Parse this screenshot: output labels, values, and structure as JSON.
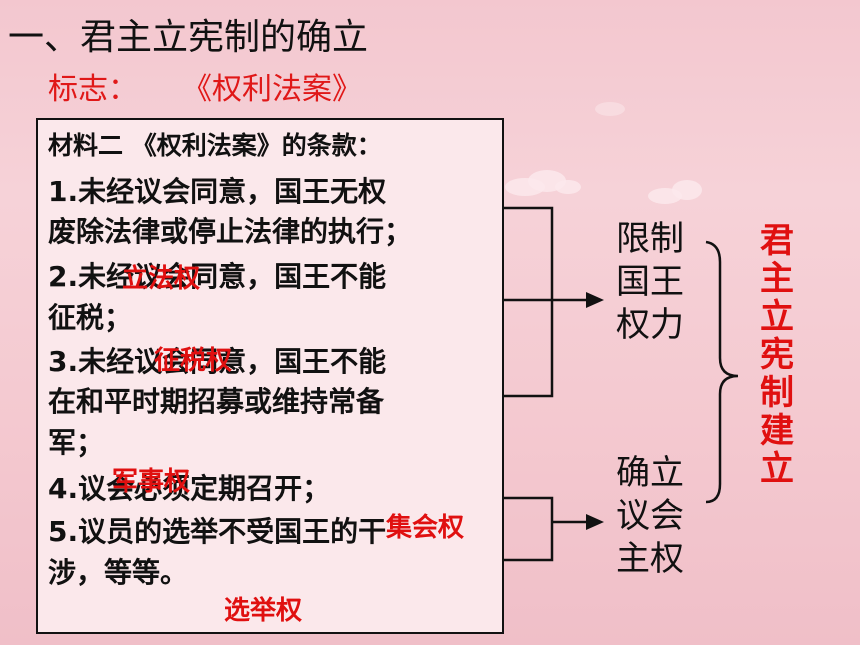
{
  "title": "一、君主立宪制的确立",
  "subtitle": {
    "label": "标志：",
    "value": "《权利法案》"
  },
  "material": {
    "heading": "材料二 《权利法案》的条款：",
    "lines": [
      "1.未经议会同意，国王无权",
      "废除法律或停止法律的执行；",
      "2.未经议会同意，国王不能",
      "征税；",
      "3.未经议会同意，国王不能",
      "在和平时期招募或维持常备",
      "军；",
      "4.议会必须定期召开；",
      "5.议员的选举不受国王的干",
      "涉，等等。"
    ]
  },
  "overlays": {
    "legislative": "立法权",
    "taxation": "征税权",
    "military": "军事权",
    "assembly": "集会权",
    "election": "选举权"
  },
  "right": {
    "limit_power": [
      "限制",
      "国王",
      "权力"
    ],
    "parliament_sovereignty": [
      "确立",
      "议会",
      "主权"
    ],
    "conclusion": [
      "君",
      "主",
      "立",
      "宪",
      "制",
      "建",
      "立"
    ]
  },
  "colors": {
    "accent_red": "#e01010",
    "text": "#111111",
    "box_bg": "#fbe8eb"
  }
}
